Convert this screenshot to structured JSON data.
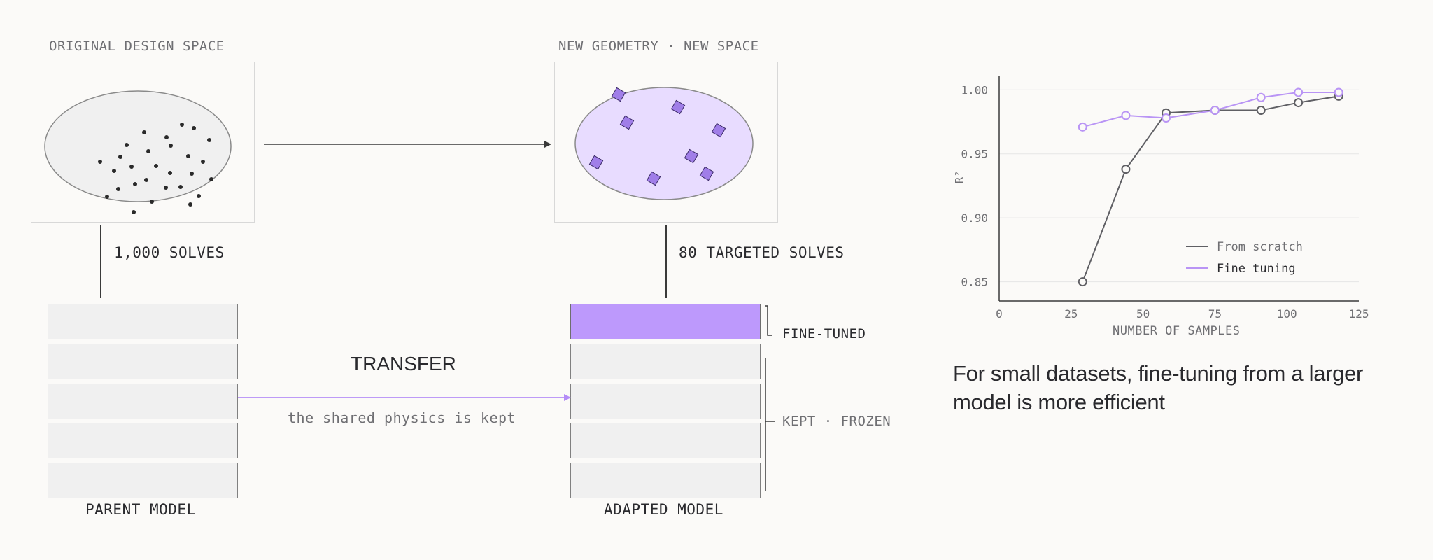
{
  "diagram": {
    "original_space_label": "ORIGINAL DESIGN SPACE",
    "new_space_label": "NEW GEOMETRY · NEW SPACE",
    "parent_solves_label": "1,000 SOLVES",
    "targeted_solves_label": "80 TARGETED SOLVES",
    "transfer_title": "TRANSFER",
    "transfer_caption": "the shared physics is kept",
    "fine_tuned_label": "FINE-TUNED",
    "frozen_label": "KEPT · FROZEN",
    "parent_model_label": "PARENT MODEL",
    "adapted_model_label": "ADAPTED MODEL",
    "colors": {
      "accent": "#bd99fc",
      "accent_line": "#b48cf7",
      "ellipse_grey": "#f0f0f0",
      "ellipse_purple": "#e8dcff",
      "diamond": "#a07ee8",
      "dot": "#2a2a2a"
    }
  },
  "chart_data": {
    "type": "line",
    "title": "",
    "xlabel": "NUMBER OF SAMPLES",
    "ylabel": "R²",
    "xlim": [
      0,
      125
    ],
    "ylim": [
      0.835,
      1.01
    ],
    "x_ticks": [
      0,
      25,
      50,
      75,
      100,
      125
    ],
    "y_ticks": [
      0.85,
      0.9,
      0.95,
      1.0
    ],
    "y_tick_labels": [
      "0.85",
      "0.90",
      "0.95",
      "1.00"
    ],
    "grid": "horizontal",
    "legend_position": "lower-right",
    "series": [
      {
        "name": "From scratch",
        "color": "#5f5f64",
        "x": [
          29,
          44,
          58,
          75,
          91,
          104,
          118
        ],
        "y": [
          0.85,
          0.938,
          0.982,
          0.984,
          0.984,
          0.99,
          0.995
        ]
      },
      {
        "name": "Fine tuning",
        "color": "#b994f5",
        "x": [
          29,
          44,
          58,
          75,
          91,
          104,
          118
        ],
        "y": [
          0.971,
          0.98,
          0.978,
          0.984,
          0.994,
          0.998,
          0.998
        ]
      }
    ]
  },
  "caption": "For small datasets, fine-tuning from a larger model is more efficient"
}
